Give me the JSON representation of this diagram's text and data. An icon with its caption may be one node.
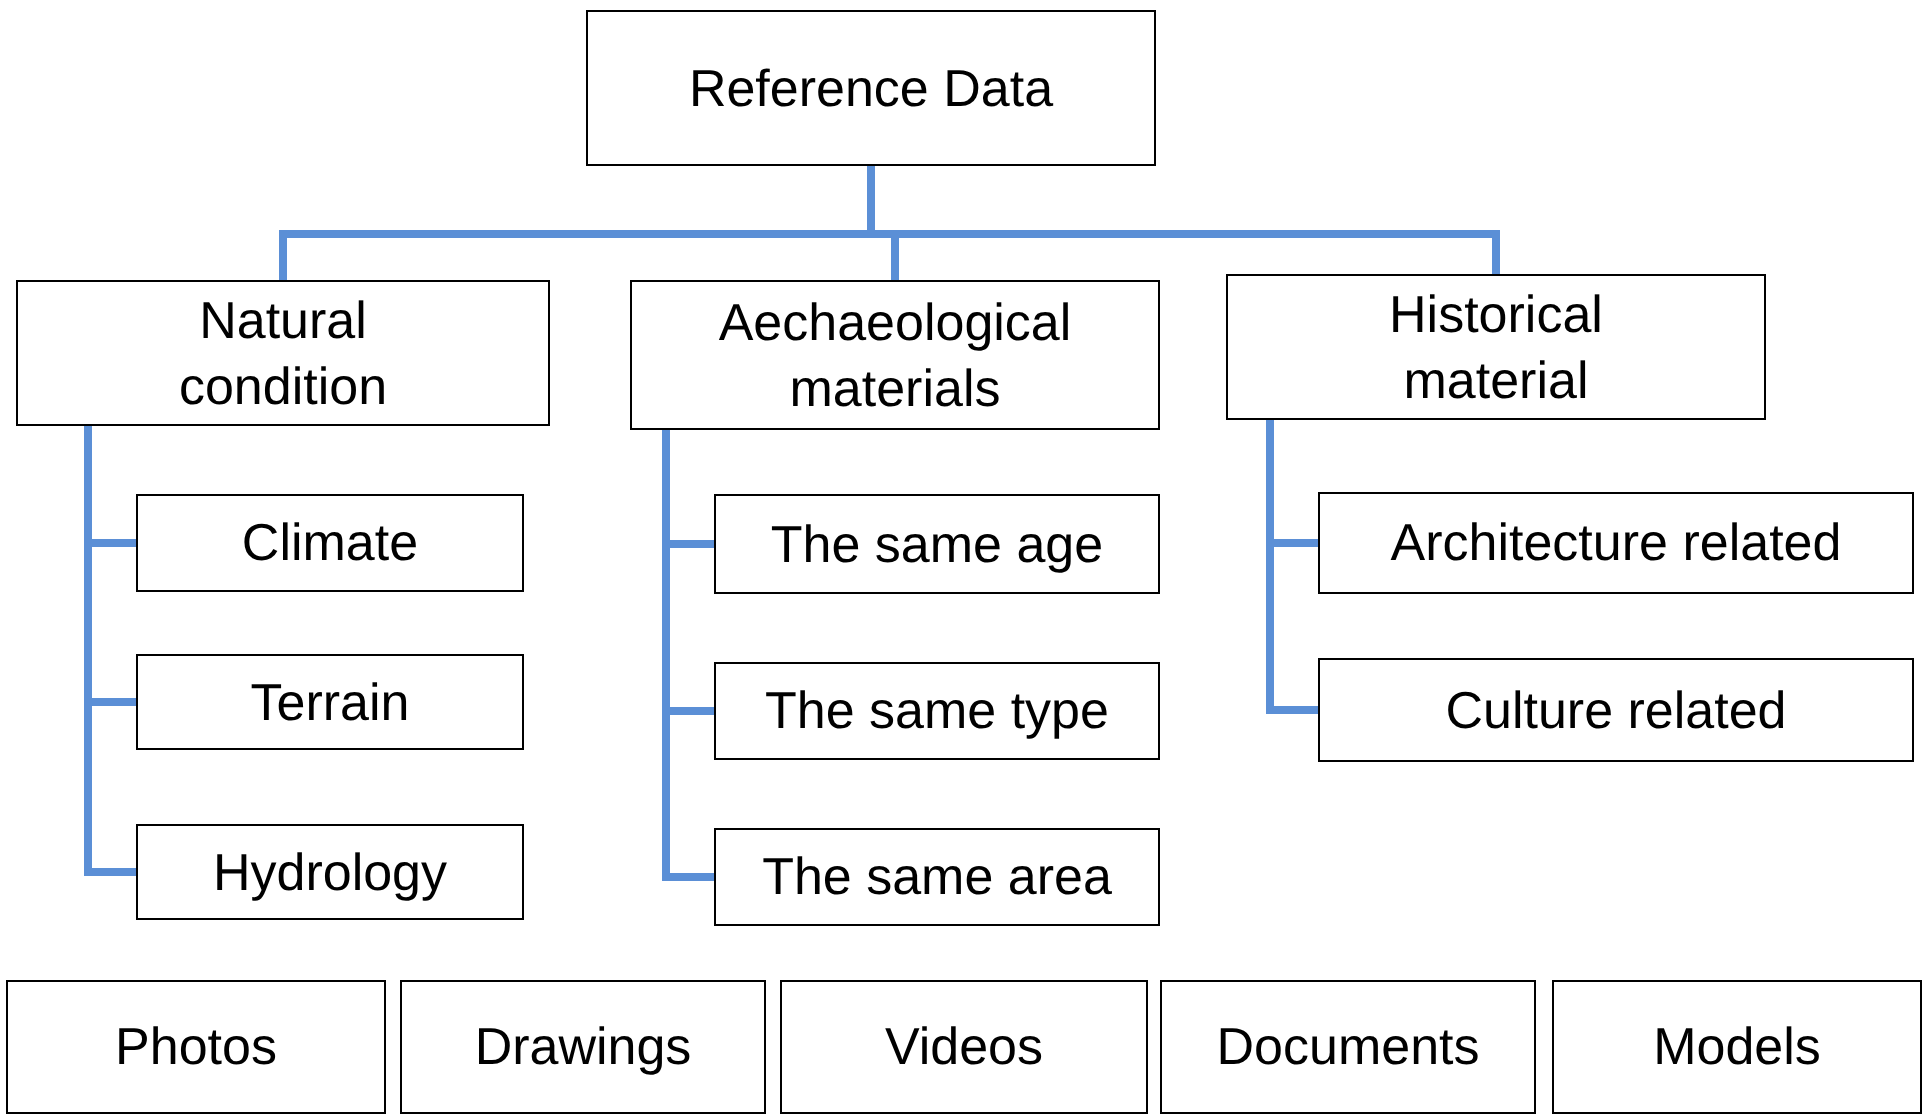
{
  "diagram": {
    "nodes": [
      {
        "text": [
          "Reference Data"
        ]
      },
      {
        "text": [
          "Natural condition"
        ]
      },
      {
        "text": [
          "Aechaeological materials"
        ]
      },
      {
        "text": [
          "Historical material"
        ]
      },
      {
        "text": [
          "Climate"
        ]
      },
      {
        "text": [
          "Terrain"
        ]
      },
      {
        "text": [
          "Hydrology"
        ]
      },
      {
        "text": [
          "The same age"
        ]
      },
      {
        "text": [
          "The same type"
        ]
      },
      {
        "text": [
          "The same area"
        ]
      },
      {
        "text": [
          "Architecture related"
        ]
      },
      {
        "text": [
          "Culture related"
        ]
      },
      {
        "text": [
          "Photos"
        ]
      },
      {
        "text": [
          "Drawings"
        ]
      },
      {
        "text": [
          "Videos"
        ]
      },
      {
        "text": [
          "Documents"
        ]
      },
      {
        "text": [
          "Models"
        ]
      }
    ],
    "edges": [
      {
        "from": 0,
        "to": 1,
        "arrow": "none"
      },
      {
        "from": 0,
        "to": 2,
        "arrow": "none"
      },
      {
        "from": 0,
        "to": 3,
        "arrow": "none"
      },
      {
        "from": 1,
        "to": 4,
        "arrow": "none"
      },
      {
        "from": 1,
        "to": 5,
        "arrow": "none"
      },
      {
        "from": 1,
        "to": 6,
        "arrow": "none"
      },
      {
        "from": 2,
        "to": 7,
        "arrow": "none"
      },
      {
        "from": 2,
        "to": 8,
        "arrow": "none"
      },
      {
        "from": 2,
        "to": 9,
        "arrow": "none"
      },
      {
        "from": 3,
        "to": 10,
        "arrow": "none"
      },
      {
        "from": 3,
        "to": 11,
        "arrow": "none"
      }
    ]
  }
}
